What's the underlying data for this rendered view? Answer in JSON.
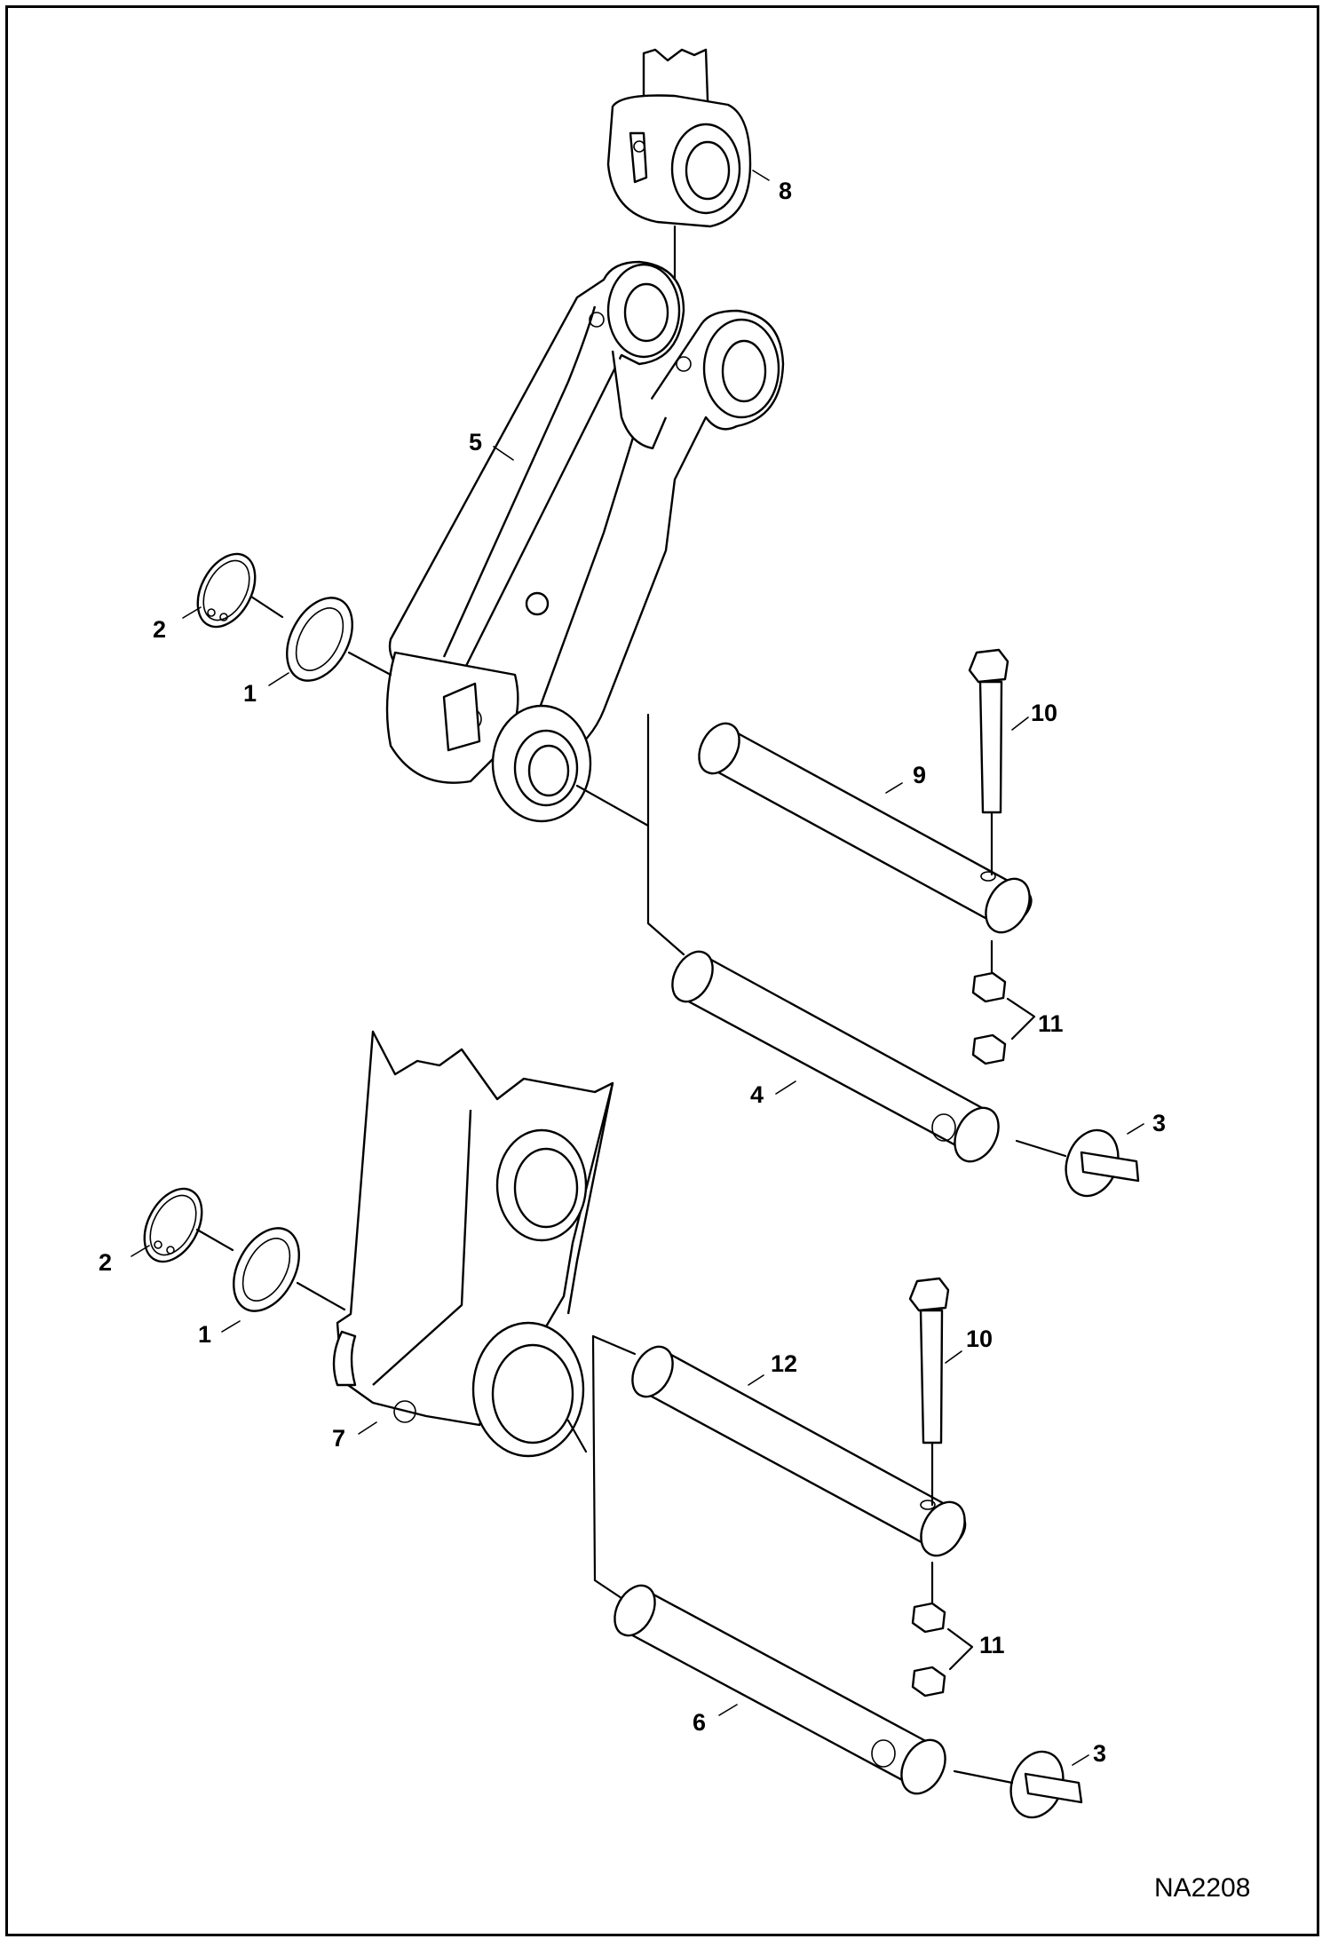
{
  "drawing_code": "NA2208",
  "callouts": {
    "c8": "8",
    "c5": "5",
    "c2_top": "2",
    "c1_top": "1",
    "c10_top": "10",
    "c9": "9",
    "c11_top": "11",
    "c4": "4",
    "c3_top": "3",
    "c2_bottom": "2",
    "c1_bottom": "1",
    "c10_bottom": "10",
    "c12": "12",
    "c7": "7",
    "c11_bottom": "11",
    "c6": "6",
    "c3_bottom": "3"
  }
}
